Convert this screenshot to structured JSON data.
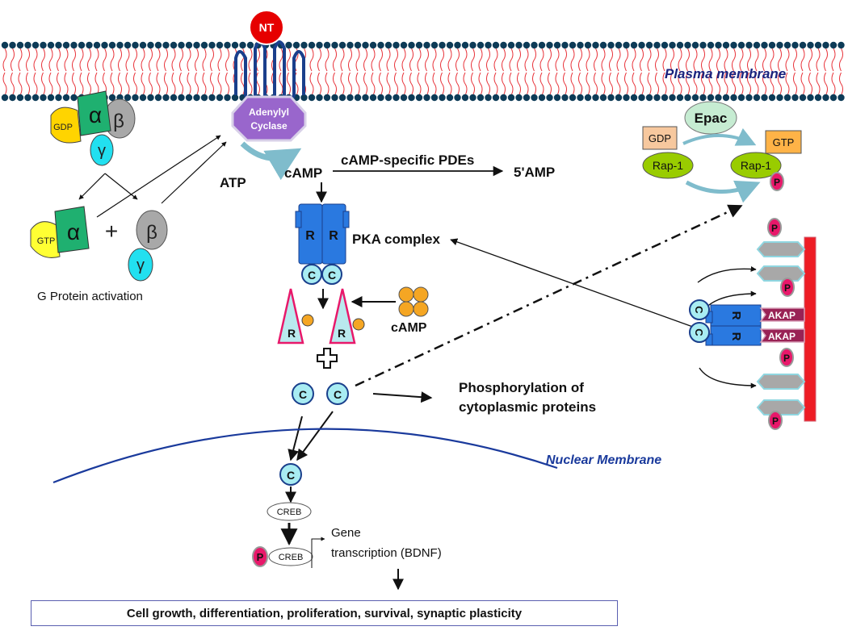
{
  "membrane": {
    "plasma_label": "Plasma membrane",
    "nuclear_label": "Nuclear Membrane",
    "nt_label": "NT"
  },
  "g_protein": {
    "alpha": "α",
    "beta": "β",
    "gamma": "γ",
    "gdp": "GDP",
    "gtp": "GTP",
    "plus": "+",
    "activation_label": "G Protein activation"
  },
  "adenylyl_cyclase": {
    "line1": "Adenylyl",
    "line2": "Cyclase"
  },
  "pathway": {
    "atp": "ATP",
    "camp": "cAMP",
    "pde_label": "cAMP-specific PDEs",
    "amp5": "5'AMP",
    "pka_complex": "PKA complex",
    "r": "R",
    "c": "C",
    "camp_free": "cAMP",
    "phospho_line1": "Phosphorylation of",
    "phospho_line2": "cytoplasmic proteins"
  },
  "epac": {
    "label": "Epac",
    "gdp": "GDP",
    "gtp": "GTP",
    "rap1": "Rap-1",
    "p": "P"
  },
  "akap": {
    "label": "AKAP",
    "p": "P",
    "r": "R",
    "c": "C"
  },
  "nucleus": {
    "creb": "CREB",
    "p": "P",
    "gene_line1": "Gene",
    "gene_line2": "transcription (BDNF)"
  },
  "result": "Cell growth, differentiation, proliferation, survival, synaptic plasticity",
  "colors": {
    "pka_blue": "#2a79e0",
    "c_cyan": "#a8ecf2",
    "akap_maroon": "#992255",
    "scaffold_red": "#ee1c24",
    "phospho_pink": "#e8186a",
    "nt_red": "#e60000",
    "cyclase_purple": "#9966cc",
    "epac_green": "#c6ecd2",
    "rap_green": "#99cc00",
    "gdp_orange": "#f7c89e",
    "gtp_orange": "#ffb347",
    "camp_orange": "#f5a623",
    "membrane_head": "#0d3b57",
    "membrane_tail": "#e8333a",
    "label_blue": "#1a237e"
  }
}
